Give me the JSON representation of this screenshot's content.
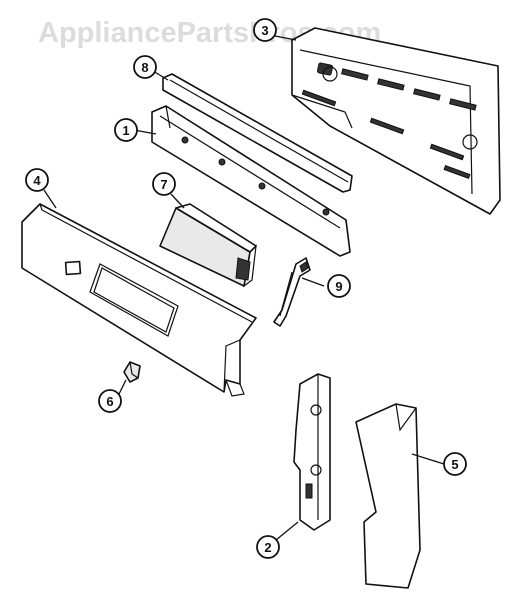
{
  "watermark": {
    "text": "AppliancePartsPros.com"
  },
  "callouts": [
    {
      "id": "1",
      "label": "1"
    },
    {
      "id": "2",
      "label": "2"
    },
    {
      "id": "3",
      "label": "3"
    },
    {
      "id": "4",
      "label": "4"
    },
    {
      "id": "5",
      "label": "5"
    },
    {
      "id": "6",
      "label": "6"
    },
    {
      "id": "7",
      "label": "7"
    },
    {
      "id": "8",
      "label": "8"
    },
    {
      "id": "9",
      "label": "9"
    }
  ],
  "colors": {
    "line": "#111111",
    "watermark": "#dcdcdc",
    "background": "#ffffff"
  }
}
